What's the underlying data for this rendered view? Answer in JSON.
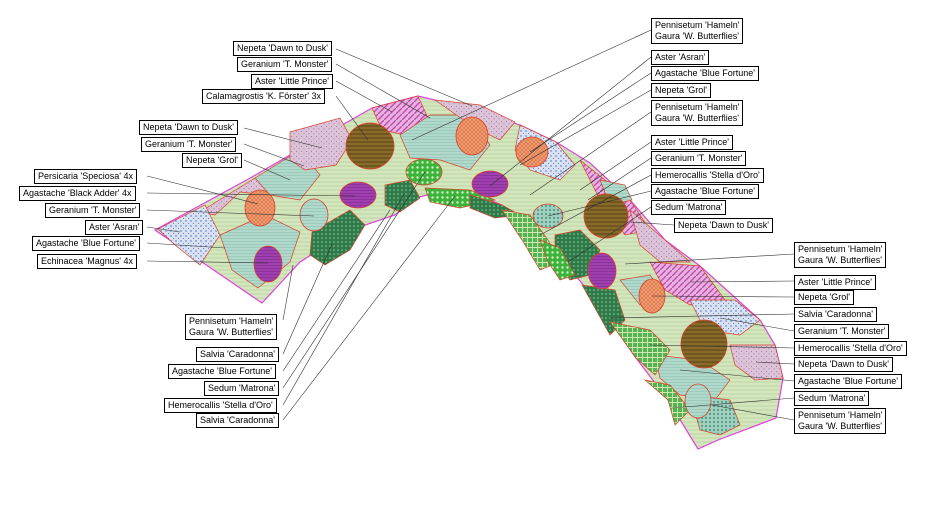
{
  "labels": {
    "l1": {
      "lines": [
        "Nepeta 'Dawn to Dusk'"
      ]
    },
    "l2": {
      "lines": [
        "Geranium 'T. Monster'"
      ]
    },
    "l3": {
      "lines": [
        "Aster 'Little Prince'"
      ]
    },
    "l4": {
      "lines": [
        "Calamagrostis 'K. Förster'  3x"
      ]
    },
    "l5": {
      "lines": [
        "Nepeta 'Dawn to Dusk'"
      ]
    },
    "l6": {
      "lines": [
        "Geranium 'T. Monster'"
      ]
    },
    "l7": {
      "lines": [
        "Nepeta 'Grol'"
      ]
    },
    "l8": {
      "lines": [
        "Persicaria 'Speciosa'  4x"
      ]
    },
    "l9": {
      "lines": [
        "Agastache 'Black Adder'  4x"
      ]
    },
    "l10": {
      "lines": [
        "Geranium 'T. Monster'"
      ]
    },
    "l11": {
      "lines": [
        "Aster 'Asran'"
      ]
    },
    "l12": {
      "lines": [
        "Agastache 'Blue Fortune'"
      ]
    },
    "l13": {
      "lines": [
        "Echinacea 'Magnus'  4x"
      ]
    },
    "l14": {
      "lines": [
        "Pennisetum 'Hameln'",
        "Gaura 'W. Butterflies'"
      ]
    },
    "l15": {
      "lines": [
        "Salvia 'Caradonna'"
      ]
    },
    "l16": {
      "lines": [
        "Agastache 'Blue Fortune'"
      ]
    },
    "l17": {
      "lines": [
        "Sedum 'Matrona'"
      ]
    },
    "l18": {
      "lines": [
        "Hemerocallis 'Stella d'Oro'"
      ]
    },
    "l19": {
      "lines": [
        "Salvia 'Caradonna'"
      ]
    },
    "r1": {
      "lines": [
        "Pennisetum 'Hameln'",
        "Gaura 'W. Butterflies'"
      ]
    },
    "r2": {
      "lines": [
        "Aster 'Asran'"
      ]
    },
    "r3": {
      "lines": [
        "Agastache 'Blue Fortune'"
      ]
    },
    "r4": {
      "lines": [
        "Nepeta 'Grol'"
      ]
    },
    "r5": {
      "lines": [
        "Pennisetum 'Hameln'",
        "Gaura 'W. Butterflies'"
      ]
    },
    "r6": {
      "lines": [
        "Aster 'Little Prince'"
      ]
    },
    "r7": {
      "lines": [
        "Geranium 'T. Monster'"
      ]
    },
    "r8": {
      "lines": [
        "Hemerocallis 'Stella d'Oro'"
      ]
    },
    "r9": {
      "lines": [
        "Agastache 'Blue Fortune'"
      ]
    },
    "r10": {
      "lines": [
        "Sedum 'Matrona'"
      ]
    },
    "r11": {
      "lines": [
        "Nepeta 'Dawn to Dusk'"
      ]
    },
    "r12": {
      "lines": [
        "Pennisetum 'Hameln'",
        "Gaura 'W. Butterflies'"
      ]
    },
    "r13": {
      "lines": [
        "Aster 'Little Prince'"
      ]
    },
    "r14": {
      "lines": [
        "Nepeta 'Grol'"
      ]
    },
    "r15": {
      "lines": [
        "Salvia 'Caradonna'"
      ]
    },
    "r16": {
      "lines": [
        "Geranium 'T. Monster'"
      ]
    },
    "r17": {
      "lines": [
        "Hemerocallis 'Stella d'Oro'"
      ]
    },
    "r18": {
      "lines": [
        "Nepeta 'Dawn to Dusk'"
      ]
    },
    "r19": {
      "lines": [
        "Agastache 'Blue Fortune'"
      ]
    },
    "r20": {
      "lines": [
        "Sedum 'Matrona'"
      ]
    },
    "r21": {
      "lines": [
        "Pennisetum 'Hameln'",
        "Gaura 'W. Butterflies'"
      ]
    }
  },
  "colors": {
    "bed_outline": "#e040e0",
    "patch_outline": "#d8402a",
    "leader": "#303030",
    "pennisetum_base": "#cfe3b7",
    "nepeta_dawn": "#d9bdd4",
    "geranium": "#a6d3c6",
    "aster_little_prince": "#d98fd0",
    "calamagrostis": "#8a6a2a",
    "persicaria": "#ee9a6c",
    "agastache_black_adder": "#9b3aa6",
    "aster_asran": "#c8d8ee",
    "echinacea": "#8a4aa0",
    "salvia": "#3a8a55",
    "sedum": "#38b038",
    "hemerocallis": "#4caf50"
  }
}
